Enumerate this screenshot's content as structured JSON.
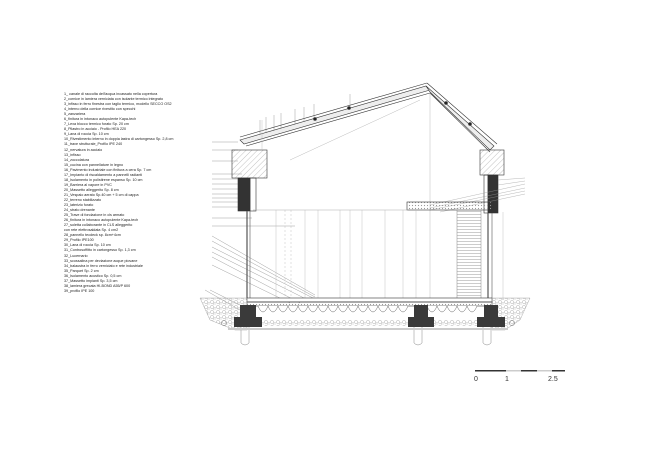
{
  "legend": {
    "items": [
      "1_ canale di raccolta dell'acqua incassato nella copertura",
      "2_cornice in lamiera verniciata con isolante termico integrato",
      "3_infisso in ferro finestra con taglio termico, modello SECCO OS2",
      "4_interno della cornice rivestito con specchi",
      "5_zanzariera",
      "6_finitura in intonaco autopulente Kapa-tech",
      "7_Lexa blocco termico forato Sp. 20 cm",
      "8_Pilastro in acciaio - Profilo HEA 220",
      "9_Lana di roccia Sp. 10 cm",
      "10_Rivestimento interno in doppia lastra di cartongesso Sp. 2,8 cm",
      "11_trave strutturale_Profilo IPE 240",
      "12_nervatura in acciaio",
      "13_infisso",
      "14_zoccolatura",
      "15_cucina con pannellature in legno",
      "16_Pavimento industriale con finitura a cera Sp. 7 cm",
      "17_Impianto di riscaldamento a pannelli radianti",
      "18_Isolamento in polistirene espanso Sp. 10 cm",
      "19_Barriera al vapore in PVC",
      "20_Massetto alleggerito Sp. 8 cm",
      "21_Vespaio aerato Sp.40 cm + 5 cm di cappa",
      "22_terreno stabilizzato",
      "23_laterizio forato",
      "24_strato drenante",
      "25_Trave di fondazione in cls armato",
      "26_finitura in intonaco autopulente Kapa-tech",
      "27_soletta collaborante in CLS alleggerito",
      "   con rete elettrosaldata Sp. 4 cm2",
      "28_pannello tecdeck sp. 8cm+4cm",
      "29_Profilo IPE100",
      "30_Lana di roccia Sp. 10 cm",
      "31_Controsoffitto in cartongesso Sp. 1,3 cm",
      "32_Lucernario",
      "33_scossalina per deviazione acque piovane",
      "34_balaustra in ferro verniciato e rete industriale",
      "35_Parquet Sp. 2 cm",
      "36_Isolamento acustico Sp. 0,5 cm",
      "37_Massetto impianti Sp. 3,5 cm",
      "38_lamiera grecata HI-BOND A55/P 600",
      "39_profilo IPE 100"
    ]
  },
  "scale_bar": {
    "labels": [
      "0",
      "1",
      "2.5"
    ],
    "unit_hint": "m"
  },
  "colors": {
    "line": "#333333",
    "light_line": "#999999",
    "foundation": "#3a3a3a",
    "gravel": "#bbbbbb"
  }
}
